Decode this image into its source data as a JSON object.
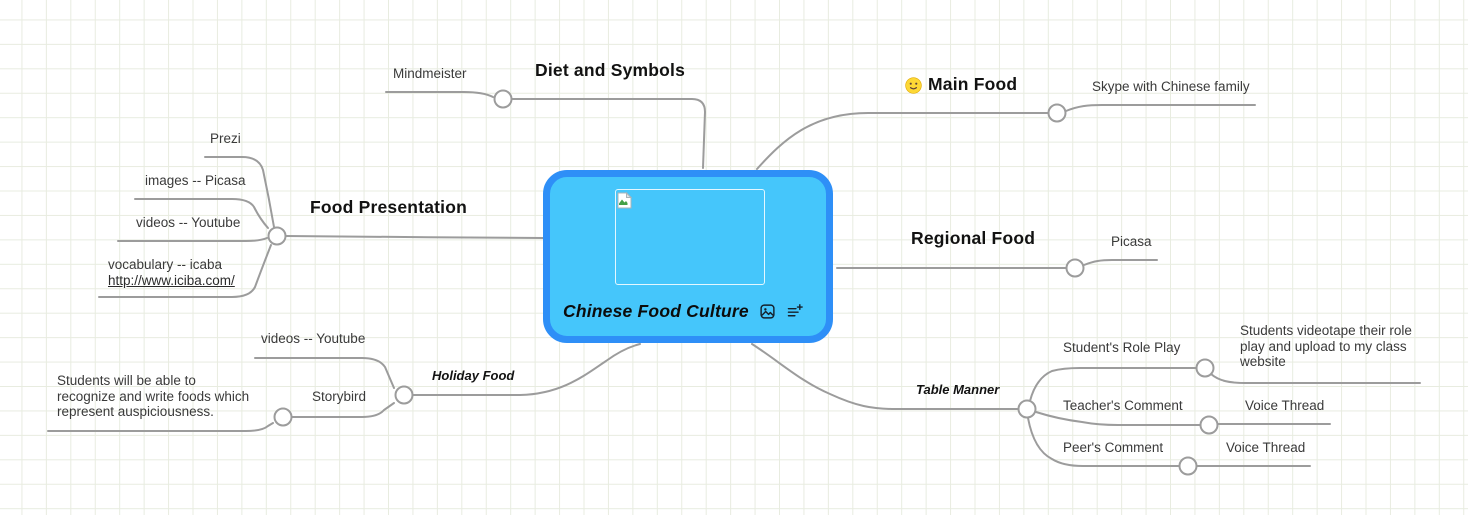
{
  "app": {
    "type": "mind-map"
  },
  "theme": {
    "background": "#ffffff",
    "grid_line_color": "#e8ece0",
    "edge_color": "#9c9c9c",
    "node_fill": "#45c6fb",
    "node_border": "#2e8ff7",
    "text_color": "#3a3a3a",
    "heading_color": "#121212"
  },
  "root": {
    "title": "Chinese Food Culture",
    "has_broken_image_placeholder": true,
    "toolbar_icons": [
      "image-icon",
      "add-notes-icon"
    ]
  },
  "branches": {
    "diet_and_symbols": {
      "label": "Diet and Symbols",
      "children": {
        "mindmeister": {
          "label": "Mindmeister"
        }
      }
    },
    "main_food": {
      "label": "Main Food",
      "emoji": "smiley-face",
      "children": {
        "skype": {
          "label": "Skype with Chinese family"
        }
      }
    },
    "regional_food": {
      "label": "Regional Food",
      "children": {
        "picasa": {
          "label": "Picasa"
        }
      }
    },
    "table_manner": {
      "label": "Table Manner",
      "children": {
        "role_play": {
          "label": "Student's Role Play",
          "child": {
            "label": "Students videotape their role\nplay and upload to my class\nwebsite"
          }
        },
        "teacher_comment": {
          "label": "Teacher's Comment",
          "child": {
            "label": "Voice Thread"
          }
        },
        "peer_comment": {
          "label": "Peer's Comment",
          "child": {
            "label": "Voice Thread"
          }
        }
      }
    },
    "holiday_food": {
      "label": "Holiday Food",
      "children": {
        "videos_youtube": {
          "label": "videos -- Youtube"
        },
        "storybird": {
          "label": "Storybird",
          "child": {
            "label": "Students will be able to\nrecognize and write foods which\nrepresent auspiciousness."
          }
        }
      }
    },
    "food_presentation": {
      "label": "Food Presentation",
      "children": {
        "prezi": {
          "label": "Prezi"
        },
        "images_picasa": {
          "label": "images -- Picasa"
        },
        "videos_youtube": {
          "label": "videos -- Youtube"
        },
        "vocabulary": {
          "label": "vocabulary -- icaba",
          "link": "http://www.iciba.com/"
        }
      }
    }
  }
}
